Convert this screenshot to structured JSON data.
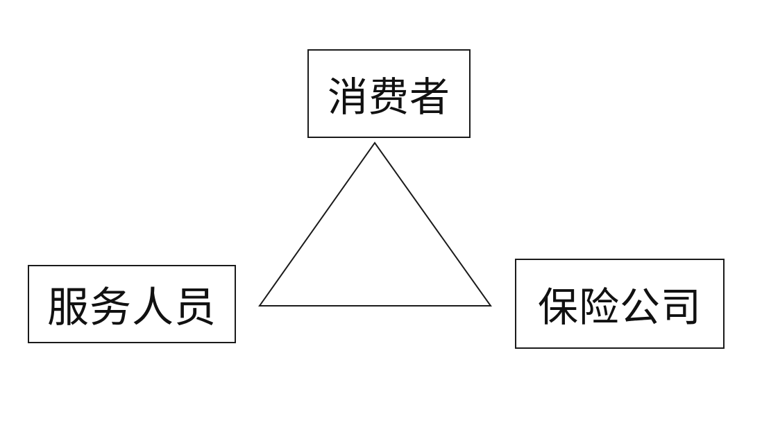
{
  "diagram": {
    "nodes": {
      "top": {
        "label": "消费者"
      },
      "left": {
        "label": "服务人员"
      },
      "right": {
        "label": "保险公司"
      }
    },
    "shape": "triangle",
    "colors": {
      "stroke": "#1a1a1a",
      "background": "#ffffff",
      "text": "#111111"
    }
  }
}
